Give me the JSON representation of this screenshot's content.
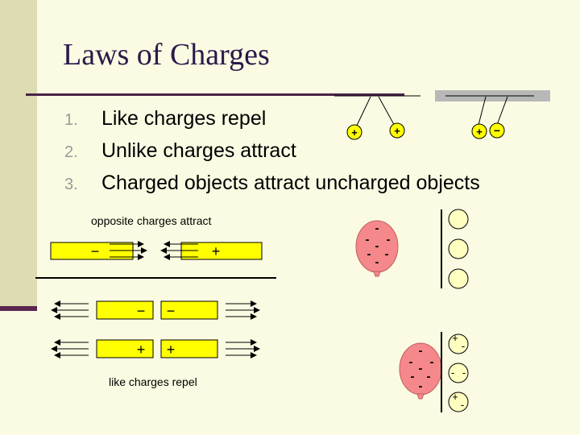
{
  "slide": {
    "title": "Laws of Charges",
    "laws": [
      {
        "num": "1.",
        "text": "Like charges repel"
      },
      {
        "num": "2.",
        "text": "Unlike charges attract"
      },
      {
        "num": "3.",
        "text": "Charged objects attract uncharged objects"
      }
    ]
  },
  "figure": {
    "attract_caption": "opposite charges attract",
    "repel_caption": "like charges repel",
    "plus": "+",
    "minus": "−",
    "balloon_minus": "-",
    "sphere_minus": "-"
  },
  "colors": {
    "background": "#fbfbe3",
    "left_bar": "#dedcb2",
    "accent": "#4a2248",
    "charge_fill": "#ffff00",
    "balloon": "#f4888a"
  }
}
